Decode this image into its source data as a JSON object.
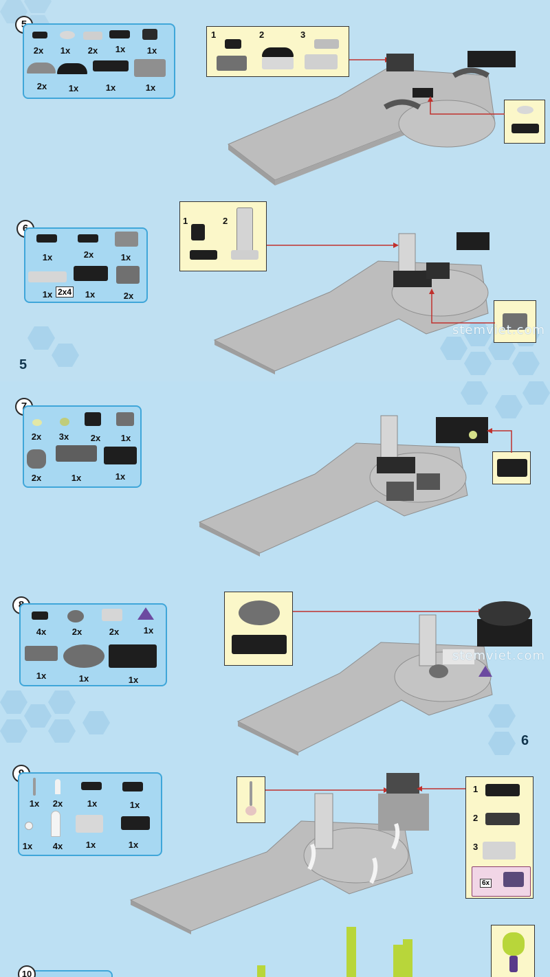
{
  "pages": [
    {
      "page_number": "5",
      "steps": [
        {
          "number": "5",
          "quantities": [
            "2x",
            "1x",
            "2x",
            "1x",
            "1x",
            "2x",
            "1x",
            "1x",
            "1x"
          ],
          "sub_labels": [
            "1",
            "2",
            "3"
          ]
        },
        {
          "number": "6",
          "quantities": [
            "1x",
            "2x",
            "1x",
            "1x",
            "1x",
            "2x"
          ],
          "tile_label": "2x4",
          "sub_labels": [
            "1",
            "2"
          ]
        }
      ],
      "watermark": "stemviet.com"
    },
    {
      "page_number": "6",
      "steps": [
        {
          "number": "7",
          "quantities": [
            "2x",
            "3x",
            "2x",
            "1x",
            "2x",
            "1x",
            "1x"
          ]
        },
        {
          "number": "8",
          "quantities": [
            "4x",
            "2x",
            "2x",
            "1x",
            "1x",
            "1x",
            "1x"
          ]
        },
        {
          "number": "9",
          "quantities": [
            "1x",
            "2x",
            "1x",
            "1x",
            "1x",
            "4x",
            "1x",
            "1x"
          ],
          "sub_labels": [
            "1",
            "2",
            "3"
          ],
          "callout": "6x"
        },
        {
          "number": "10"
        }
      ],
      "watermark": "stemviet.com"
    }
  ],
  "colors": {
    "background": "#bfe0f2",
    "parts_box": "#a7d8f2",
    "parts_border": "#3fa6d9",
    "callout_bg": "#fbf7c9",
    "arrow": "#c0302c",
    "baseplate": "#b9b9b9",
    "black_brick": "#1e1e1e"
  }
}
